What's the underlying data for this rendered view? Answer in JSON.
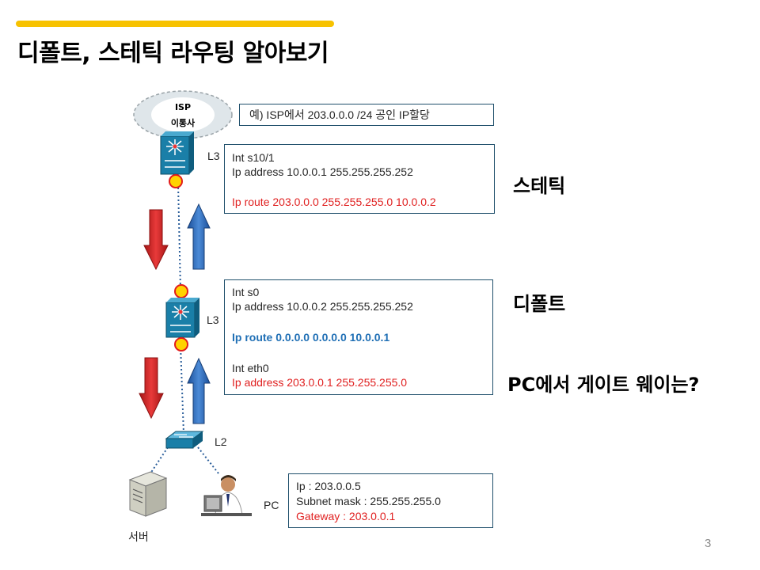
{
  "title": "디폴트, 스테틱 라우팅 알아보기",
  "cloud": {
    "line1": "ISP",
    "line2": "이통사"
  },
  "note": "예) ISP에서 203.0.0.0 /24 공인 IP할당",
  "router_top": {
    "label": "L3",
    "lines": [
      "Int s10/1",
      "Ip address 10.0.0.1 255.255.255.252"
    ],
    "route": "Ip route 203.0.0.0 255.255.255.0 10.0.0.2"
  },
  "router_mid": {
    "label": "L3",
    "lines": [
      "Int s0",
      "Ip address 10.0.0.2 255.255.255.252"
    ],
    "route": "Ip route 0.0.0.0 0.0.0.0 10.0.0.1",
    "eth": "Int eth0",
    "eth_ip": "Ip address 203.0.0.1 255.255.255.0"
  },
  "switch": {
    "label": "L2"
  },
  "pc": {
    "label": "PC",
    "ip": "Ip : 203.0.0.5",
    "mask": "Subnet mask : 255.255.255.0",
    "gateway": "Gateway : 203.0.0.1"
  },
  "server": {
    "label": "서버"
  },
  "side_labels": {
    "static": "스테틱",
    "default": "디폴트",
    "question": "PC에서 게이트 웨이는?"
  },
  "page_number": "3",
  "colors": {
    "accent": "#f7c200",
    "red_text": "#e02020",
    "blue_text": "#1f6fb5",
    "device": "#1a7fa8"
  }
}
